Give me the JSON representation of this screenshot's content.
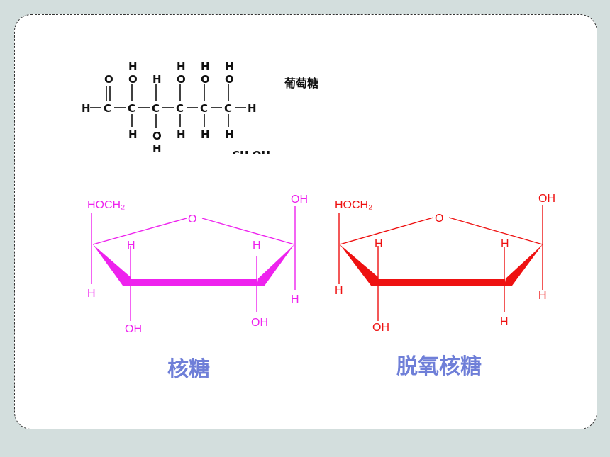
{
  "glucose": {
    "name": "葡萄糖",
    "atom_H": "H",
    "atom_C": "C",
    "atom_O": "O",
    "cut_text": "CH OH"
  },
  "ribose": {
    "hoch2": "HOCH₂",
    "O": "O",
    "OH": "OH",
    "H": "H",
    "caption": "核糖",
    "color": "#ee22ee",
    "caption_color": "#6f7fd8"
  },
  "deoxyribose": {
    "hoch2": "HOCH₂",
    "O": "O",
    "OH": "OH",
    "H": "H",
    "caption": "脱氧核糖",
    "color": "#ee1111",
    "caption_color": "#6f7fd8"
  }
}
